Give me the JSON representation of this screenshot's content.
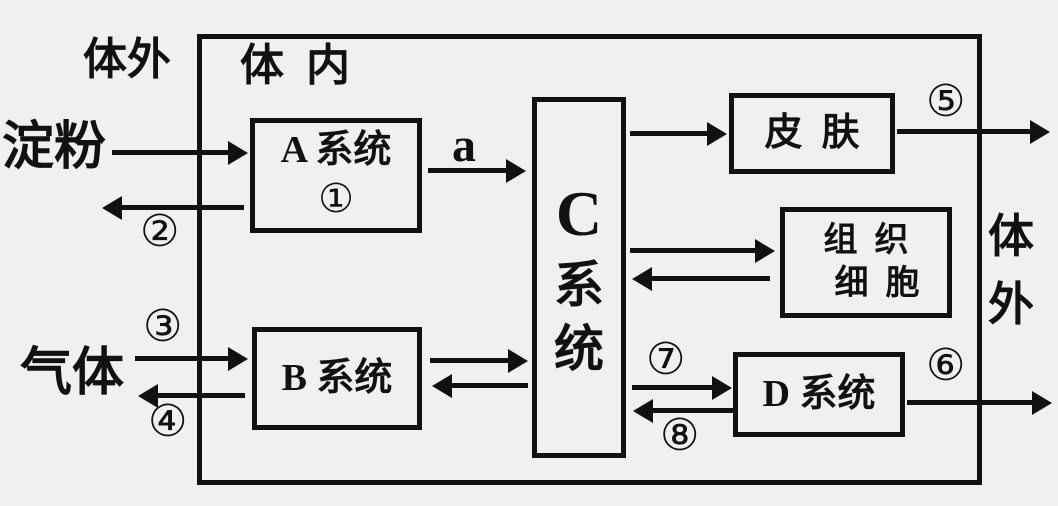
{
  "diagram": {
    "title_context": "人体系统物质交换示意图",
    "colors": {
      "ink": "#111111",
      "background": "#f2f0ef"
    },
    "boundary": {
      "outside_top_left": "体外",
      "inside_label": "体  内",
      "outside_right_char1": "体",
      "outside_right_char2": "外"
    },
    "inputs": {
      "starch": "淀粉",
      "gas": "气体"
    },
    "boxes": {
      "system_a": {
        "title": "A 系统",
        "note": "①"
      },
      "system_b": {
        "title": "B 系统"
      },
      "system_c": {
        "chars": [
          "C",
          "系",
          "统"
        ]
      },
      "skin": {
        "title": "皮  肤"
      },
      "tissue_cells": {
        "line1": "组  织",
        "line2": "细  胞"
      },
      "system_d": {
        "title": "D 系统"
      }
    },
    "arrow_labels": {
      "a": "a",
      "n2": "②",
      "n3": "③",
      "n4": "④",
      "n5": "⑤",
      "n6": "⑥",
      "n7": "⑦",
      "n8": "⑧"
    }
  }
}
